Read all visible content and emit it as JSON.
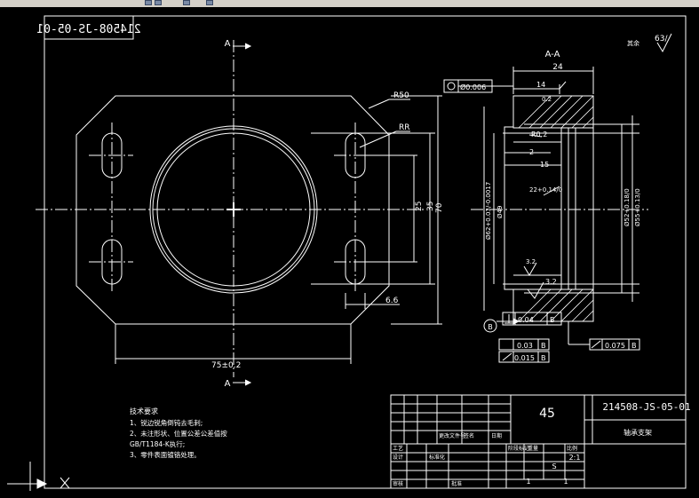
{
  "drawing": {
    "number": "214508-JS-05-01",
    "number_mirrored": "214508-JS-05-01",
    "material": "45",
    "part_name": "轴承支架",
    "section_title": "A-A",
    "section_mark": "A",
    "roughness_general": "63/",
    "roughness_note": "其余"
  },
  "front_view": {
    "r50": "R50",
    "rr": "RR",
    "dim_25": "25",
    "dim_35": "35",
    "dim_70": "70",
    "dim_6_6": "6.6",
    "dim_75": "75±0.2"
  },
  "section_view": {
    "dim_24": "24",
    "dim_14": "14",
    "dim_02": "0.2",
    "dim_r02": "R0.2",
    "dim_2": "2",
    "dim_15": "15",
    "dim_22": "22+0.14/0",
    "dia_62": "Ø62+0.03/-0.0017",
    "dia_49": "Ø49",
    "dia_52": "Ø52+0.18/0",
    "dia_55": "Ø55+0.13/0",
    "rough_32a": "3.2",
    "rough_32b": "3.2",
    "tol_circ": "Ø0.006",
    "tol_perp": "0.04",
    "tol_perp_ref": "B",
    "tol_2": "0.03",
    "tol_2_ref": "B",
    "tol_3": "0.015",
    "tol_3_ref": "B",
    "tol_4": "0.075",
    "tol_4_ref": "B",
    "datum": "B"
  },
  "notes": {
    "title": "技术要求",
    "lines": [
      "1、锐边锐角倒钝去毛刺;",
      "2、未注形状、位置公差公差值按",
      "GB/T1184-K执行;",
      "3、零件表面镀铬处理。"
    ]
  },
  "title_block": {
    "scale": "2:1",
    "count_a": "1",
    "count_b": "1",
    "sheet": "S",
    "label_design": "设计",
    "label_check": "审核",
    "label_process": "工艺",
    "label_std": "标准化",
    "label_stage": "阶段标记",
    "label_weight": "重量",
    "label_scale": "比例",
    "label_date": "日期",
    "label_sign": "签名",
    "label_approve": "批准",
    "label_file": "更改文件号"
  },
  "colors": {
    "bg": "#000000",
    "line": "#ffffff",
    "paper": "#d4d0c8"
  }
}
